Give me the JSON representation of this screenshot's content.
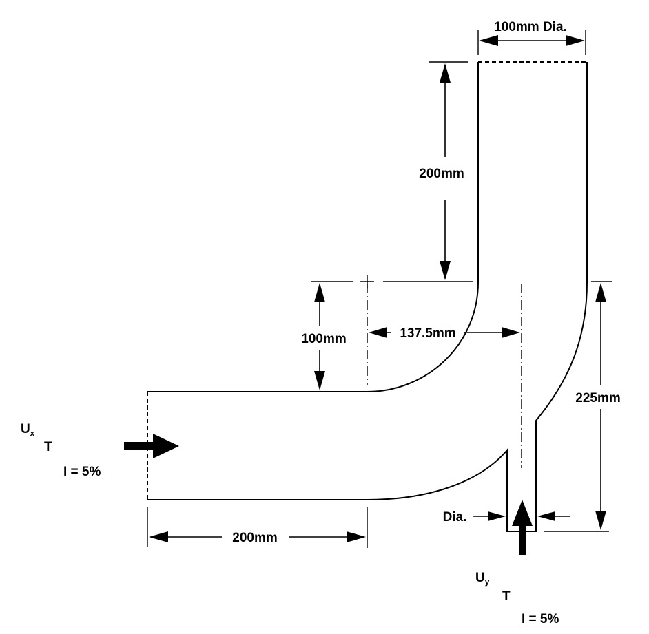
{
  "labels": {
    "top_diameter": "100mm Dia.",
    "vertical_length": "200mm",
    "bend_radius": "100mm",
    "offset": "137.5mm",
    "inlet_y_distance": "225mm",
    "horizontal_length": "200mm",
    "small_diameter": "Dia."
  },
  "inlet_x": {
    "velocity_base": "U",
    "velocity_sub": "x",
    "temperature": "T",
    "intensity": "I = 5%"
  },
  "inlet_y": {
    "velocity_base": "U",
    "velocity_sub": "y",
    "temperature": "T",
    "intensity": "I = 5%"
  }
}
